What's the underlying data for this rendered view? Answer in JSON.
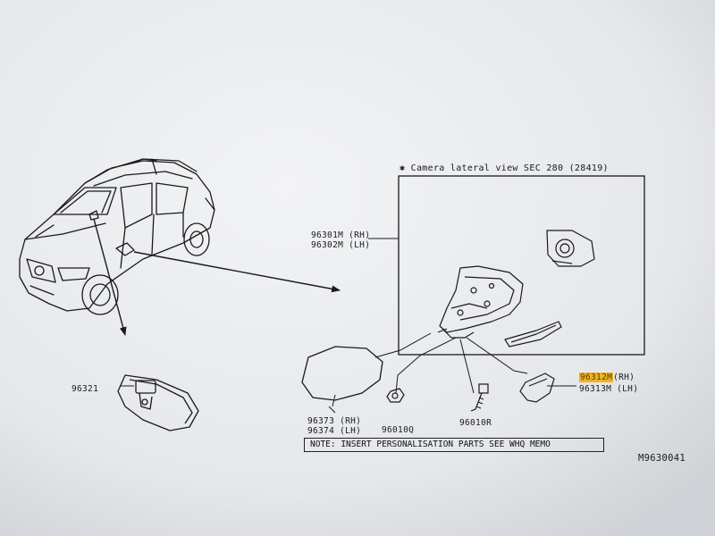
{
  "diagram": {
    "detail_title": "✱ Camera lateral view SEC 280 (28419)",
    "parts": {
      "mirror_assy": {
        "rh": "96301M (RH)",
        "lh": "96302M (LH)"
      },
      "inside_mirror": "96321",
      "mirror_glass": {
        "rh": "96373 (RH)",
        "lh": "96374 (LH)"
      },
      "nut": "96010Q",
      "screw": "96010R",
      "cover": {
        "rh": "96312M",
        "rh_suffix": "(RH)",
        "lh": "96313M (LH)"
      }
    },
    "note": "NOTE: INSERT PERSONALISATION PARTS SEE WHQ MEMO",
    "drawing_code": "M9630041"
  },
  "colors": {
    "paper": "#e9ebee",
    "ink": "#1a1a1a",
    "highlight": "#f1b323"
  }
}
